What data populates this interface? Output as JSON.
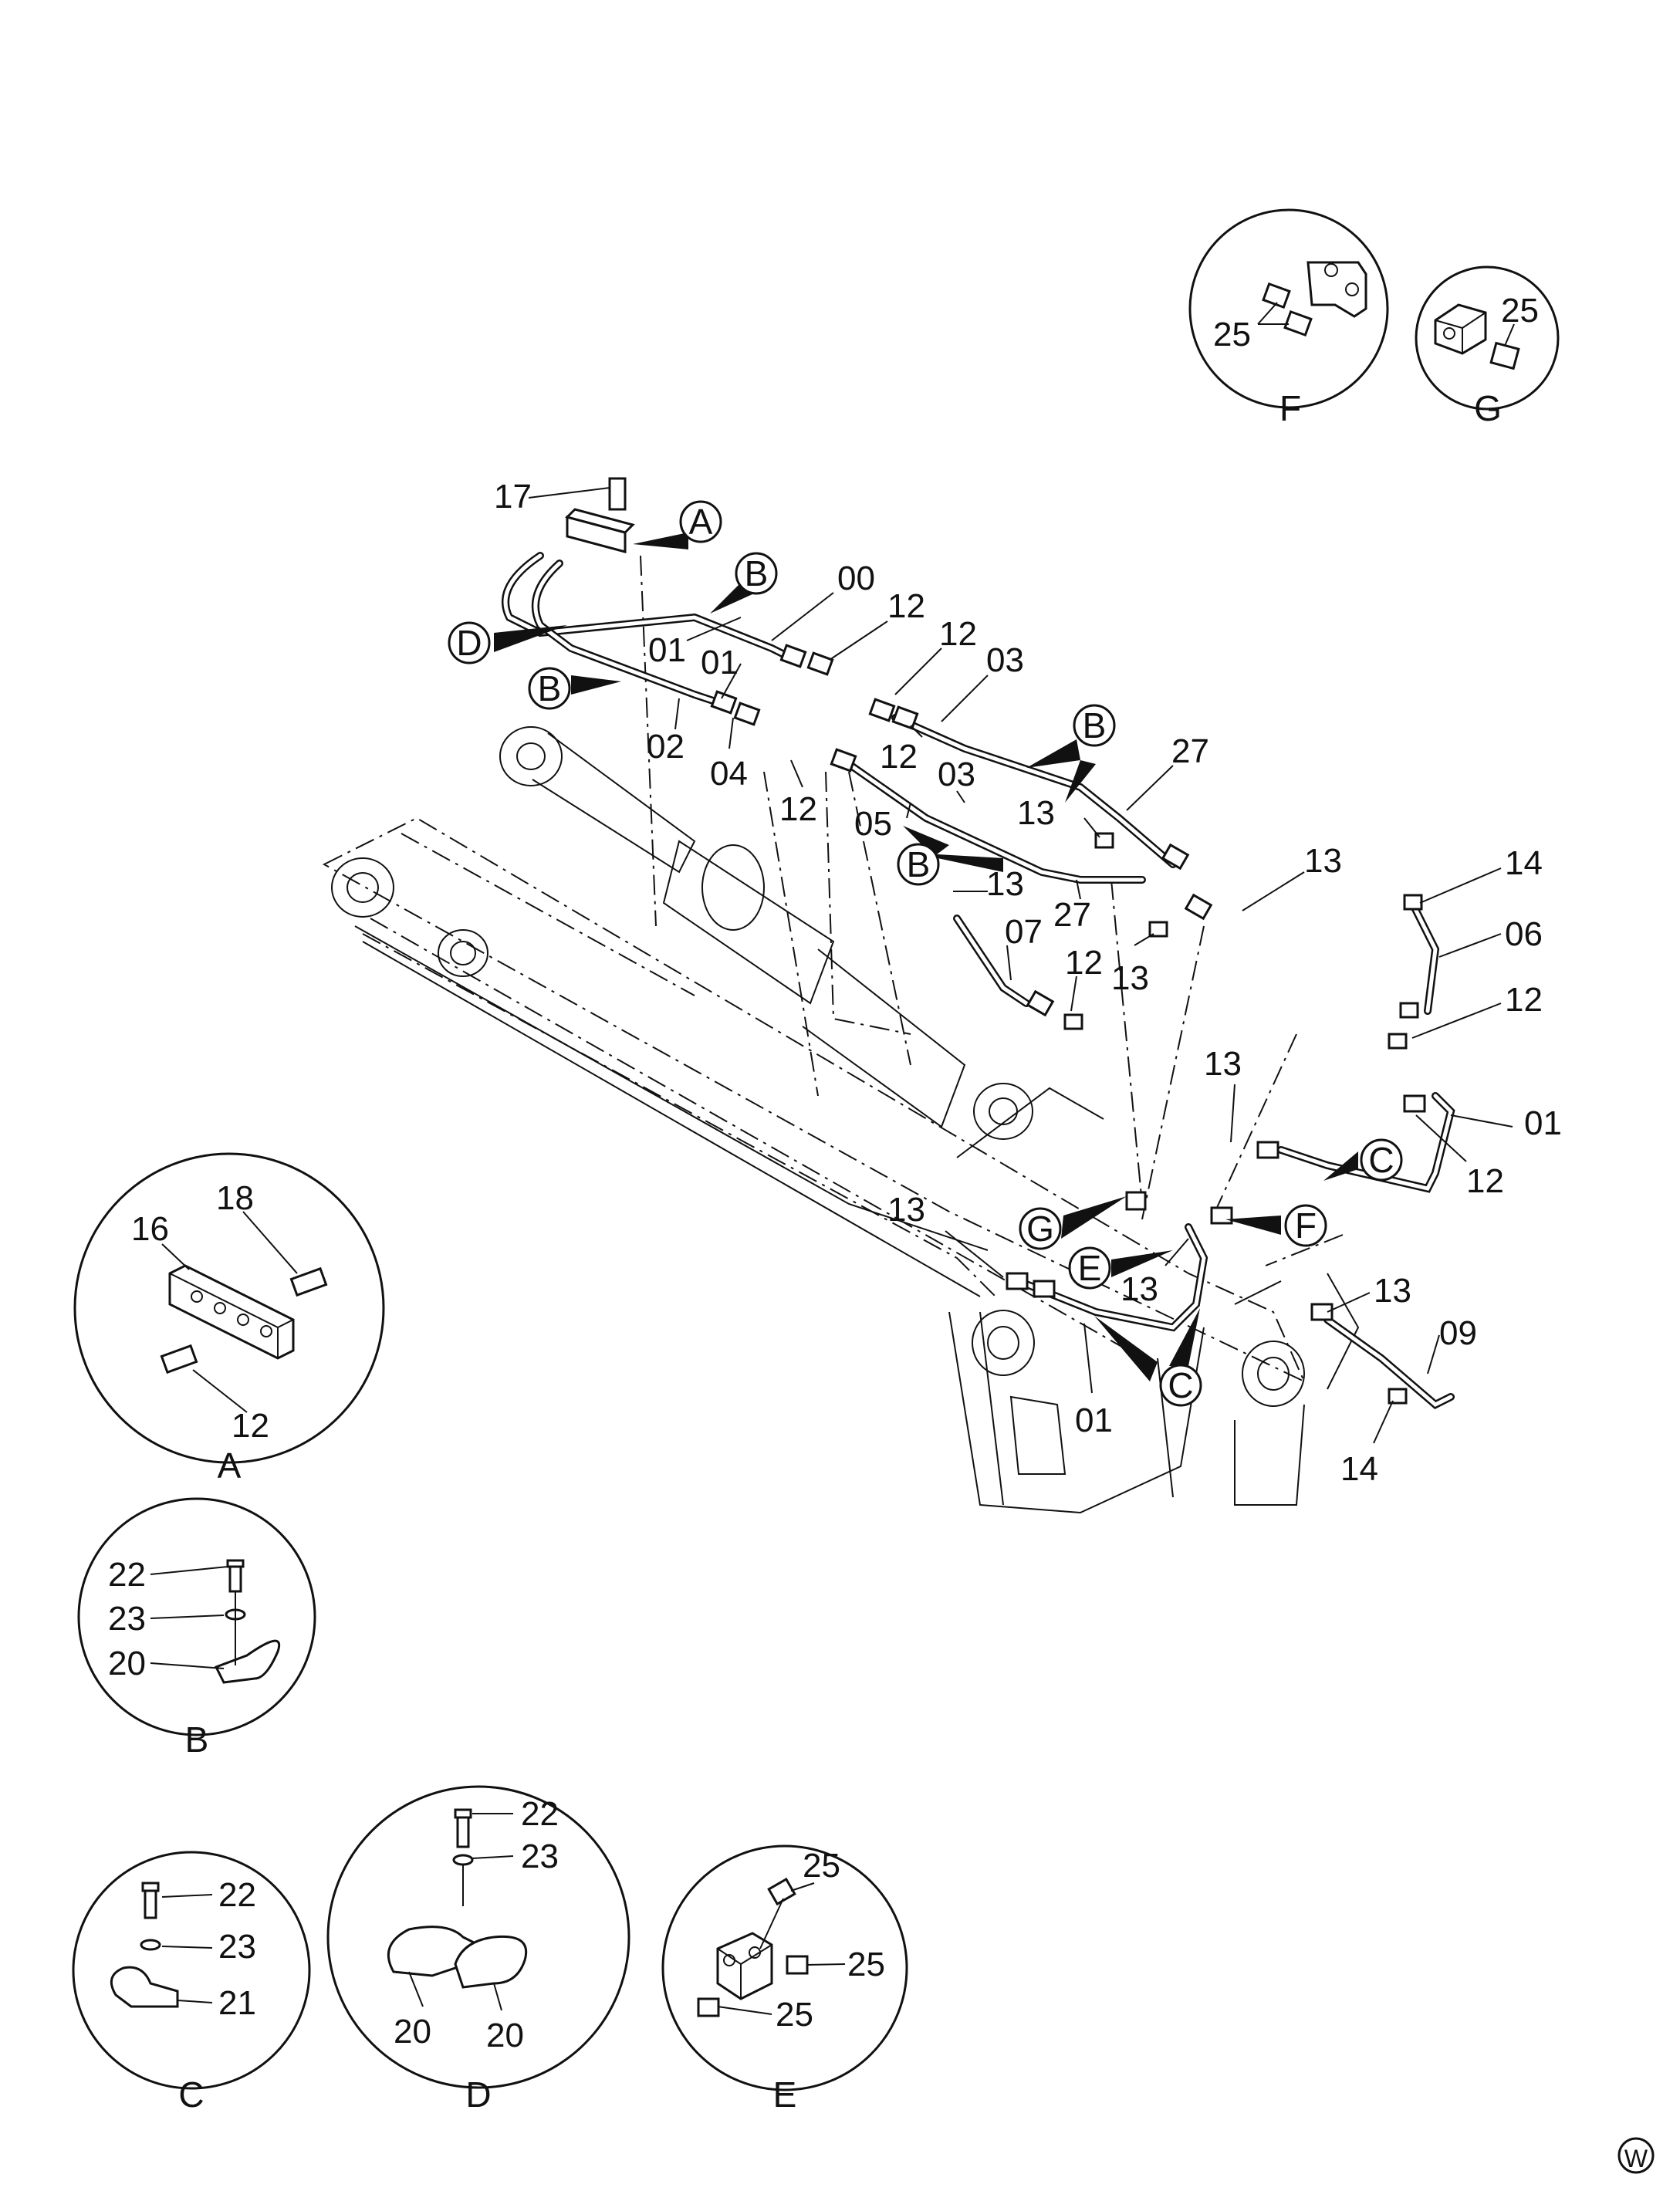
{
  "callouts": {
    "A": "A",
    "B": "B",
    "C": "C",
    "D": "D",
    "E": "E",
    "F": "F",
    "G": "G"
  },
  "main_labels": [
    "17",
    "00",
    "12",
    "01",
    "01",
    "12",
    "03",
    "02",
    "12",
    "04",
    "12",
    "03",
    "05",
    "27",
    "13",
    "13",
    "13",
    "27",
    "07",
    "12",
    "13",
    "14",
    "06",
    "12",
    "13",
    "01",
    "12",
    "13",
    "13",
    "13",
    "09",
    "01",
    "14"
  ],
  "details": {
    "A": {
      "title": "A",
      "labels": [
        "16",
        "18",
        "12"
      ]
    },
    "B": {
      "title": "B",
      "labels": [
        "22",
        "23",
        "20"
      ]
    },
    "C": {
      "title": "C",
      "labels": [
        "22",
        "23",
        "21"
      ]
    },
    "D": {
      "title": "D",
      "labels": [
        "22",
        "23",
        "20",
        "20"
      ]
    },
    "E": {
      "title": "E",
      "labels": [
        "25",
        "25",
        "25"
      ]
    },
    "F": {
      "title": "F",
      "labels": [
        "25"
      ]
    },
    "G": {
      "title": "G",
      "labels": [
        "25"
      ]
    }
  },
  "corner_mark": "W"
}
